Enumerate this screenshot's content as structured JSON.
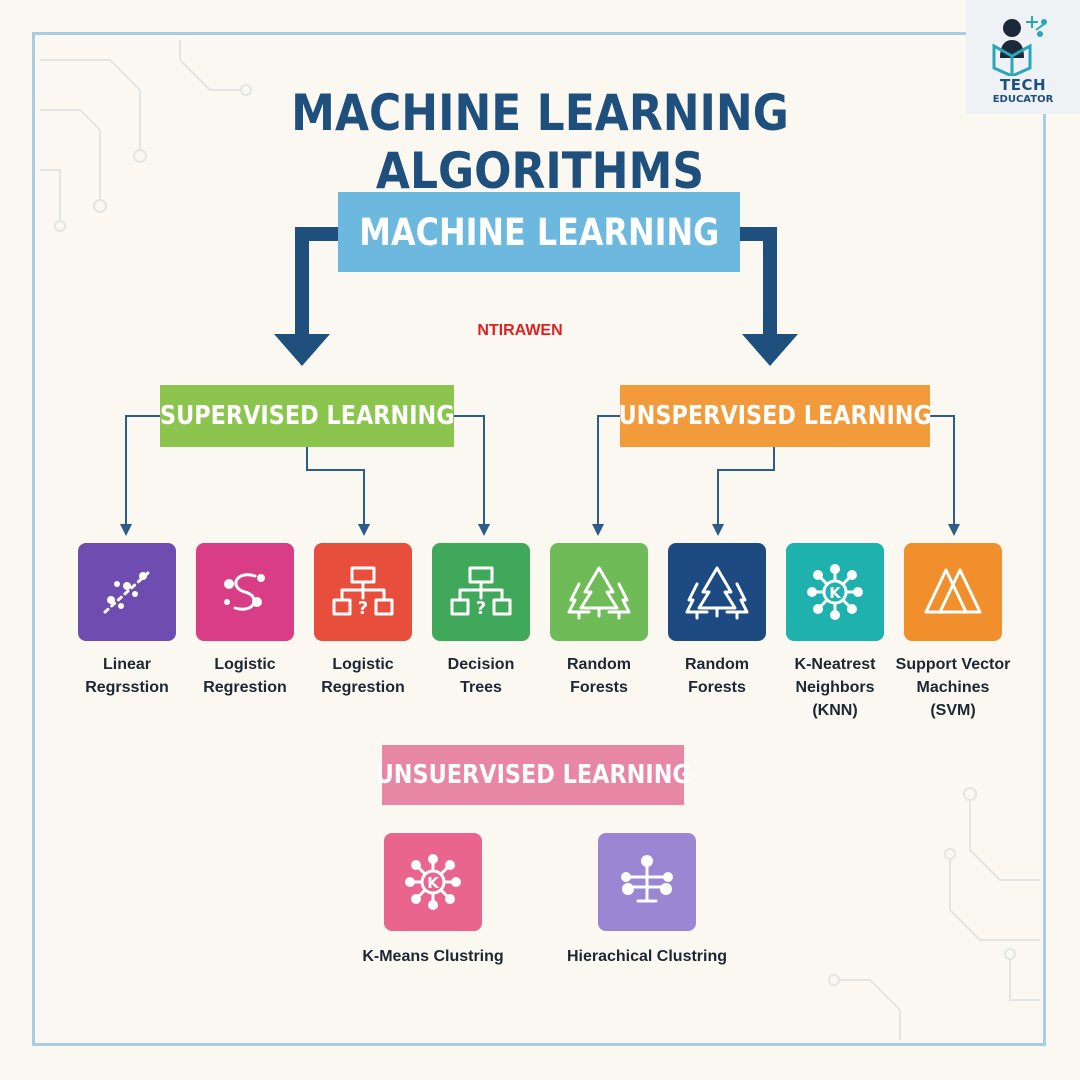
{
  "brand": {
    "line1": "TECH",
    "line2": "EDUCATOR"
  },
  "title": "MACHINE LEARNING ALGORITHMS",
  "root": "MACHINE LEARNING",
  "watermark": "NTIRAWEN",
  "supervised": "SUPERVISED LEARNING",
  "unsupervised": "UNSPERVISED LEARNING",
  "unsupervised2": "UNSUERVISED LEARNING",
  "algorithms": [
    {
      "line1": "Linear",
      "line2": "Regrsstion",
      "line3": "",
      "icon": "scatter-line-icon",
      "color": "#6f4db0"
    },
    {
      "line1": "Logistic",
      "line2": "Regrestion",
      "line3": "",
      "icon": "s-curve-icon",
      "color": "#d83d85"
    },
    {
      "line1": "Logistic",
      "line2": "Regrestion",
      "line3": "",
      "icon": "decision-tree-icon",
      "color": "#e84e3c"
    },
    {
      "line1": "Decision",
      "line2": "Trees",
      "line3": "",
      "icon": "decision-tree-icon",
      "color": "#3fa85a"
    },
    {
      "line1": "Random",
      "line2": "Forests",
      "line3": "",
      "icon": "forest-icon",
      "color": "#6fbb58"
    },
    {
      "line1": "Random",
      "line2": "Forests",
      "line3": "",
      "icon": "forest-icon",
      "color": "#1d4a80"
    },
    {
      "line1": "K-Neatrest",
      "line2": "Neighbors",
      "line3": "(KNN)",
      "icon": "knn-icon",
      "color": "#1fb1ad"
    },
    {
      "line1": "Support Vector",
      "line2": "Machines",
      "line3": "(SVM)",
      "icon": "triangle-icon",
      "color": "#f18f2c"
    }
  ],
  "clustering": [
    {
      "label": "K-Means Clustring",
      "icon": "k-means-icon",
      "color": "#e9658e"
    },
    {
      "label": "Hierachical Clustring",
      "icon": "hierarchy-icon",
      "color": "#9a86d3"
    }
  ]
}
